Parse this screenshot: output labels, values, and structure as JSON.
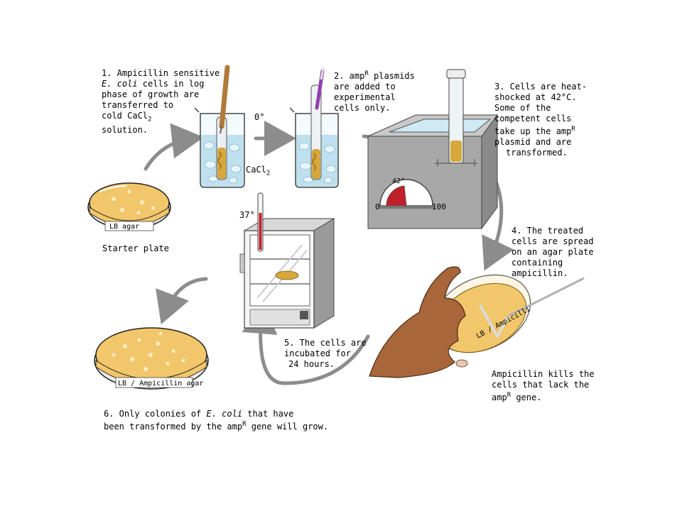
{
  "steps": {
    "s1": {
      "l1": "1. Ampicillin sensitive",
      "l2_italic": "E. coli",
      "l2_rest": " cells in log",
      "l3": "phase of growth are",
      "l4": "transferred to",
      "l5_pre": "cold CaCl",
      "l5_sub": "2",
      "l6": "solution."
    },
    "s2": {
      "l1_pre": "2. amp",
      "l1_sup": "R",
      "l1_post": " plasmids",
      "l2": "are added to",
      "l3": "experimental",
      "l4": "cells only."
    },
    "s3": {
      "l1": "3. Cells are heat-",
      "l2": "shocked at 42°C.",
      "l3": "Some of the",
      "l4": "competent cells",
      "l5_pre": "take up the amp",
      "l5_sup": "R",
      "l6": "plasmid and are",
      "l7": "transformed."
    },
    "s4": {
      "l1": "4. The treated",
      "l2": "cells are spread",
      "l3": "on an agar plate",
      "l4": "containing",
      "l5": "ampicillin."
    },
    "s5": {
      "l1": "5. The cells are",
      "l2": "incubated for",
      "l3": "24 hours."
    },
    "s6": {
      "l1_pre": "6. Only colonies of ",
      "l1_italic": "E. coli",
      "l1_post": " that have",
      "l2_pre": "been transformed by the amp",
      "l2_sup": "R",
      "l2_post": " gene will grow."
    }
  },
  "kills": {
    "l1": "Ampicillin kills the",
    "l2": "cells that lack the",
    "l3_pre": "amp",
    "l3_sup": "R",
    "l3_post": " gene."
  },
  "labels": {
    "zero_deg": "0°",
    "cacl2_pre": "CaCl",
    "cacl2_sub": "2",
    "gauge_value": "42°",
    "gauge_min": "0",
    "gauge_max": "100",
    "therm": "37°",
    "starter_plate_label": "LB agar",
    "starter_caption": "Starter plate",
    "amp_plate_label": "LB / Ampicillin agar",
    "held_plate_label": "LB / Ampicilli"
  },
  "gauge": {
    "reading": 42,
    "min": 0,
    "max": 100
  },
  "colors": {
    "agar": "#f2c66a",
    "arrow": "#8c8c8c",
    "water": "#bfe0ee",
    "red": "#c0202a",
    "metal": "#a8a8a8"
  }
}
